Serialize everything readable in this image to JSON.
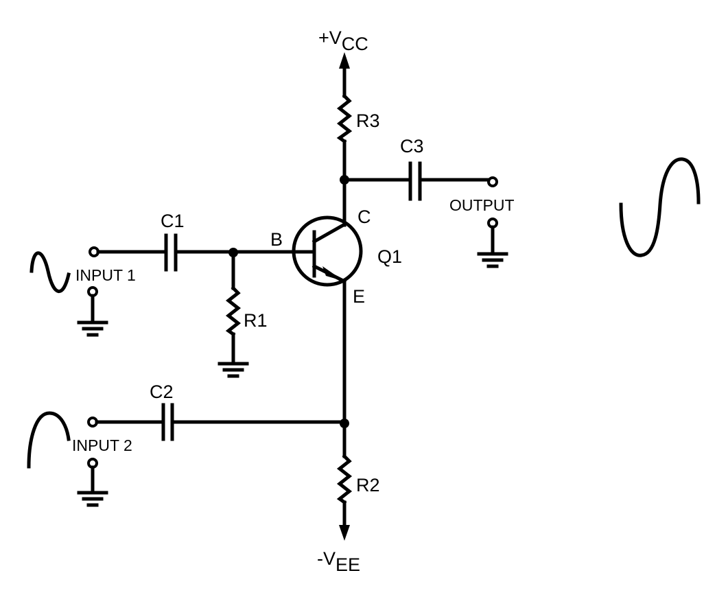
{
  "title": "Differential-input BJT amplifier schematic",
  "supplies": {
    "vcc_prefix": "+V",
    "vcc_sub": "CC",
    "vee_prefix": "-V",
    "vee_sub": "EE"
  },
  "components": {
    "r1": "R1",
    "r2": "R2",
    "r3": "R3",
    "c1": "C1",
    "c2": "C2",
    "c3": "C3",
    "q1": "Q1"
  },
  "pins": {
    "base": "B",
    "collector": "C",
    "emitter": "E"
  },
  "ports": {
    "input1": "INPUT 1",
    "input2": "INPUT 2",
    "output": "OUTPUT"
  }
}
